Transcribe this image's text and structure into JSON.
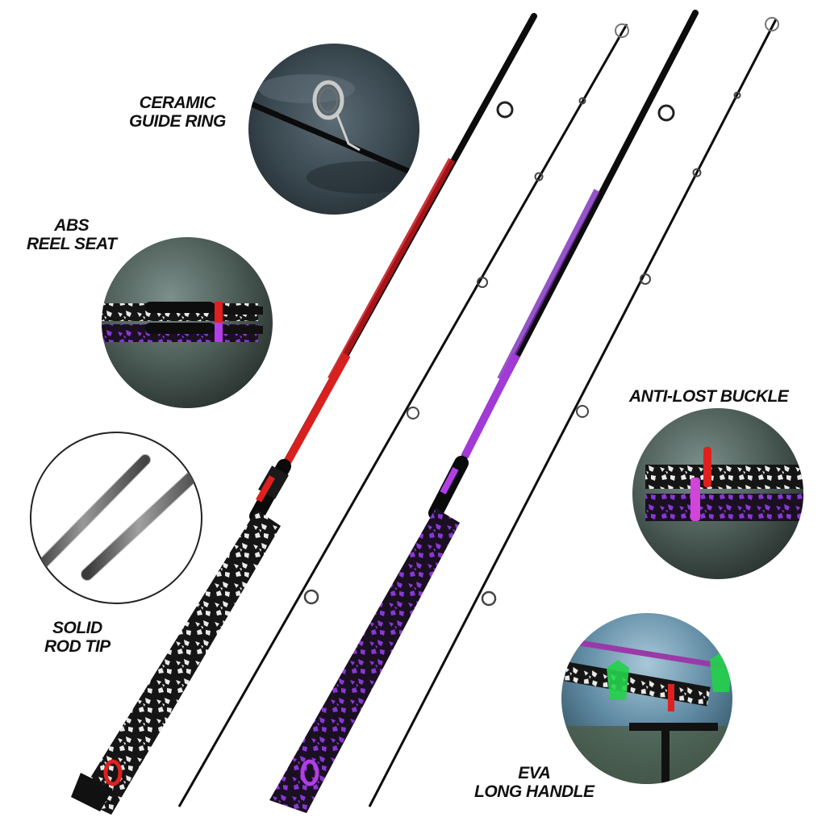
{
  "features": [
    {
      "id": "guide",
      "lines": [
        "CERAMIC",
        "GUIDE RING"
      ]
    },
    {
      "id": "reel",
      "lines": [
        "ABS",
        "REEL SEAT"
      ]
    },
    {
      "id": "tip",
      "lines": [
        "SOLID",
        "ROD TIP"
      ]
    },
    {
      "id": "buckle",
      "lines": [
        "ANTI-LOST BUCKLE"
      ]
    },
    {
      "id": "eva",
      "lines": [
        "EVA",
        "LONG HANDLE"
      ]
    }
  ],
  "colors": {
    "background": "#ffffff",
    "blank": "#111111",
    "accent_red": "#e0201e",
    "accent_purple": "#b23ee6",
    "grip_white": "#f1f1f1",
    "grip_purple": "#7b2fc4",
    "water_dark": "#2f3b44"
  }
}
